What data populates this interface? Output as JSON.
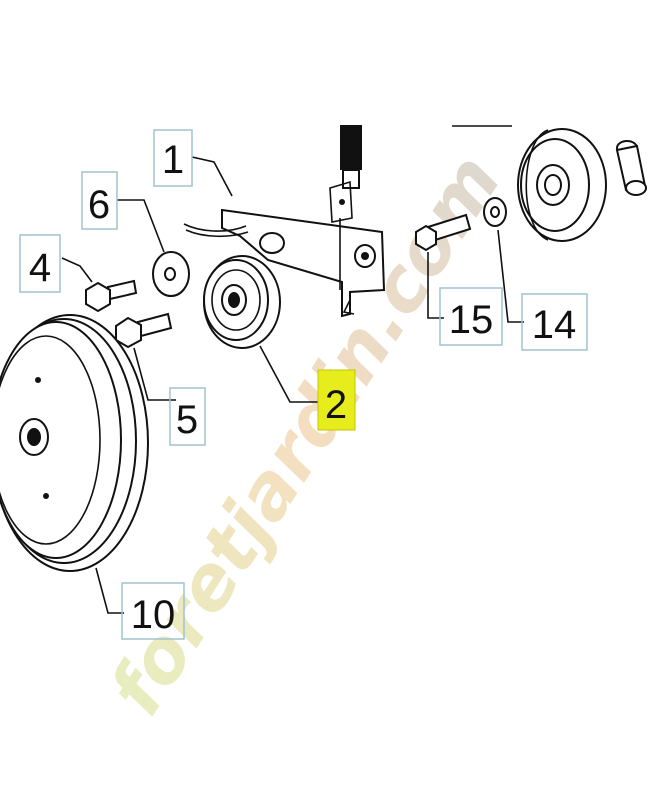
{
  "callouts": {
    "c1": "1",
    "c2": "2",
    "c4": "4",
    "c5": "5",
    "c6": "6",
    "c10": "10",
    "c14": "14",
    "c15": "15"
  },
  "highlight_color": "#e7ec1c",
  "watermark": {
    "text": "foretjardin.com",
    "colors": [
      "#e3ecb4",
      "#f4d9b6",
      "#d9d2c8"
    ]
  }
}
